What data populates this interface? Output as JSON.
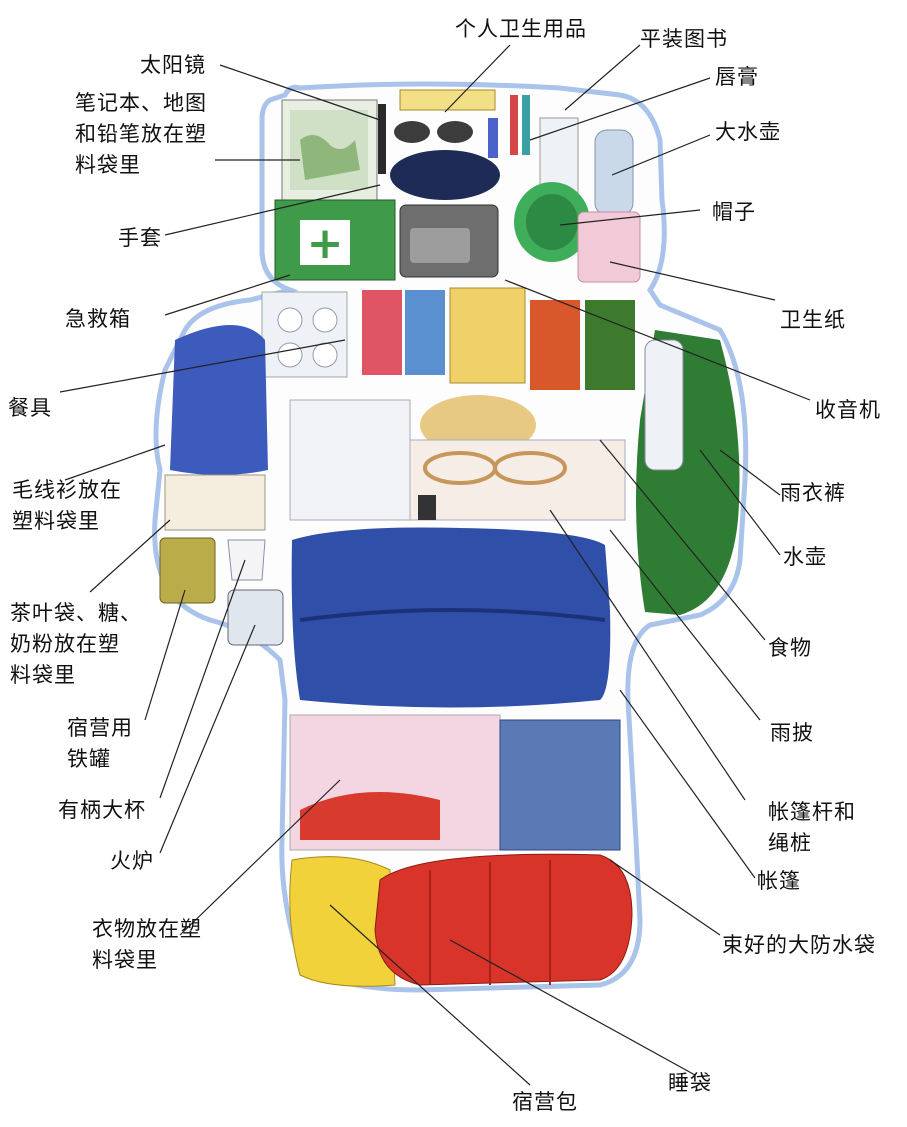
{
  "labels": {
    "personal_hygiene": "个人卫生用品",
    "paperback_books": "平装图书",
    "lip_balm": "唇膏",
    "sunglasses": "太阳镜",
    "notebook_map": "笔记本、地图\n和铅笔放在塑\n料袋里",
    "big_water_bottle": "大水壶",
    "hat": "帽子",
    "gloves": "手套",
    "first_aid": "急救箱",
    "toilet_paper": "卫生纸",
    "tableware": "餐具",
    "radio": "收音机",
    "sweater": "毛线衫放在\n塑料袋里",
    "rain_pants": "雨衣裤",
    "water_bottle": "水壶",
    "tea_sugar": "茶叶袋、糖、\n奶粉放在塑\n料袋里",
    "food": "食物",
    "tin_can": "宿营用\n铁罐",
    "poncho": "雨披",
    "mug": "有柄大杯",
    "tent_poles": "帐篷杆和\n绳桩",
    "stove": "火炉",
    "tent": "帐篷",
    "clothes": "衣物放在塑\n料袋里",
    "dry_bag": "束好的大防水袋",
    "sleeping_bag": "睡袋",
    "camp_bag": "宿营包"
  },
  "first_aid_symbol": "+",
  "colors": {
    "outline": "#9bb8e0",
    "first_aid_green": "#3f9a4a",
    "sleeping_bag_red": "#d8342a",
    "camp_bag_yellow": "#f1d23a",
    "tent_blue": "#2f4fa8",
    "rain_green": "#2f7d35",
    "leader_line": "#222222"
  }
}
